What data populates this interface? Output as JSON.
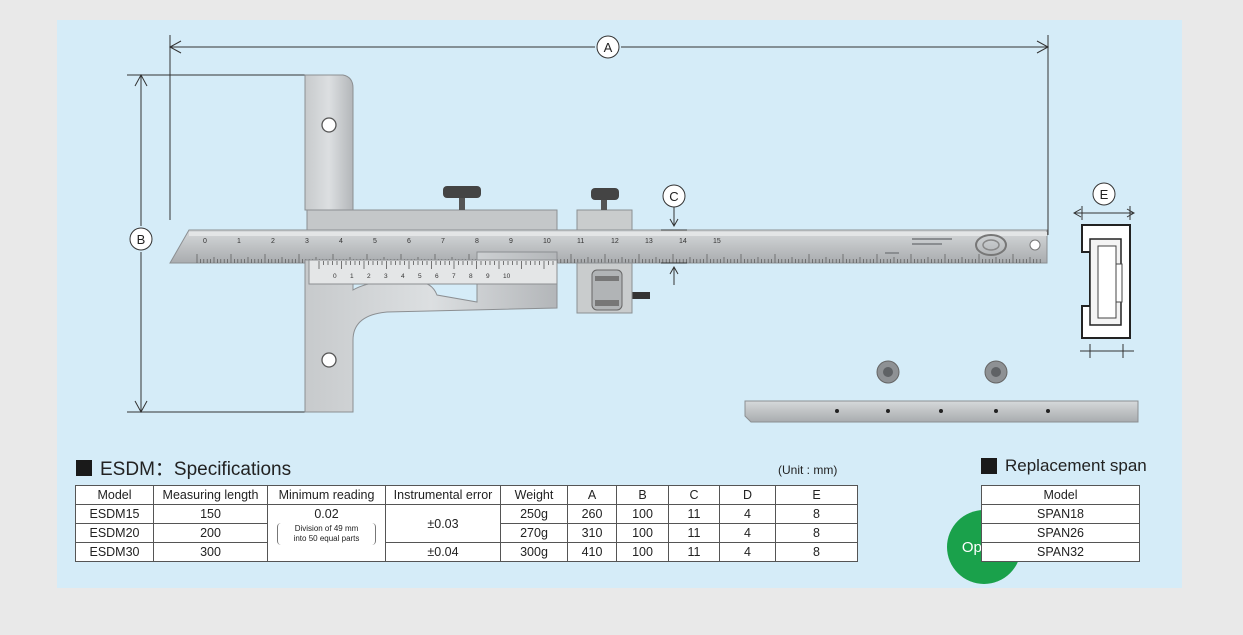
{
  "drawing": {
    "dimension_labels": [
      "A",
      "B",
      "C",
      "E"
    ],
    "scale_numbers": [
      "0",
      "1",
      "2",
      "3",
      "4",
      "5",
      "6",
      "7",
      "8",
      "9",
      "10",
      "11",
      "12",
      "13",
      "14",
      "15"
    ],
    "vernier_numbers": [
      "0",
      "1",
      "2",
      "3",
      "4",
      "5",
      "6",
      "7",
      "8",
      "9",
      "10"
    ]
  },
  "spec": {
    "title": "ESDM：Specifications",
    "unit": "(Unit : mm)",
    "headers": [
      "Model",
      "Measuring length",
      "Minimum reading",
      "Instrumental error",
      "Weight",
      "A",
      "B",
      "C",
      "D",
      "E"
    ],
    "rows": [
      [
        "ESDM15",
        "150",
        "250g",
        "260",
        "100",
        "11",
        "4",
        "8"
      ],
      [
        "ESDM20",
        "200",
        "270g",
        "310",
        "100",
        "11",
        "4",
        "8"
      ],
      [
        "ESDM30",
        "300",
        "300g",
        "410",
        "100",
        "11",
        "4",
        "8"
      ]
    ],
    "min_reading": "0.02",
    "min_reading_note_1": "Division of 49 mm",
    "min_reading_note_2": "into 50 equal parts",
    "error_1": "±0.03",
    "error_2": "±0.04"
  },
  "option": {
    "label": "Option"
  },
  "span": {
    "title": "Replacement span",
    "header": "Model",
    "rows": [
      "SPAN18",
      "SPAN26",
      "SPAN32"
    ]
  },
  "colors": {
    "panel_bg": "#d5ecf8",
    "page_bg": "#e9e9e9",
    "option_green": "#1aa14b",
    "steel": "#b9bcbf"
  }
}
